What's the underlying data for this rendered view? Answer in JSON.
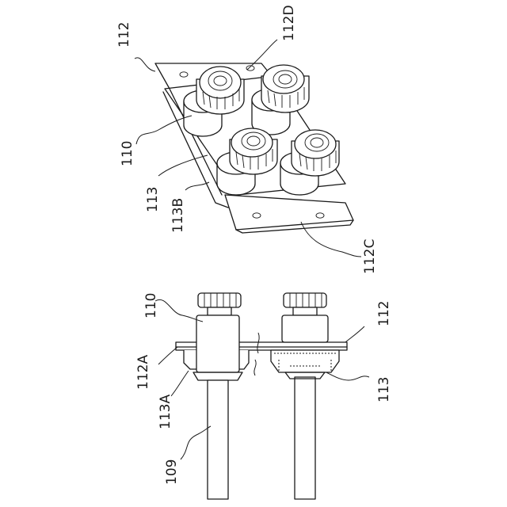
{
  "figure": {
    "labels": {
      "l112_top": "112",
      "l112d": "112D",
      "l110_top": "110",
      "l113_top": "113",
      "l113b": "113B",
      "l112c": "112C",
      "l110_bot": "110",
      "l112_bot": "112",
      "l112a": "112A",
      "l113a": "113A",
      "l113_bot": "113",
      "l109": "109"
    }
  }
}
